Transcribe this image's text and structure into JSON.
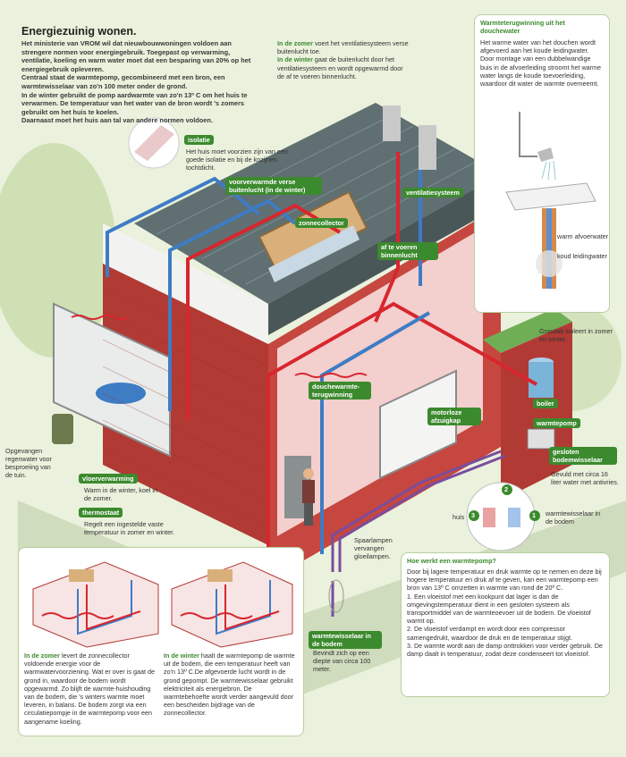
{
  "title": "Energiezuinig wonen.",
  "intro": [
    "Het ministerie van VROM wil dat nieuwbouwwoningen voldoen aan strengere normen voor energiegebruik. Toegepast op verwarming, ventilatie, koeling en warm water moet dat een besparing van 20% op het energiegebruik opleveren.",
    "Centraal staat de warmtepomp, gecombineerd met een bron, een warmtewisselaar van zo'n 100 meter onder de grond.",
    "In de winter gebruikt de pomp aardwarmte van zo'n 13º C om het huis te verwarmen. De temperatuur van het water van de bron wordt 's zomers gebruikt om het huis te koelen.",
    "Daarnaast moet het huis aan tal van andere normen voldoen."
  ],
  "isolatie": {
    "tag": "isolatie",
    "text": "Het huis moet voorzien zijn van een goede isolatie en bij de kozijnen tochtdicht."
  },
  "ventilation": {
    "summer_lead": "In de zomer",
    "summer_text": " voert het ventilatiesysteem verse buitenlucht toe.",
    "winter_lead": "In de winter",
    "winter_text": " gaat de buitenlucht door het ventilatiesysteem en wordt opgewarmd door de af te voeren binnenlucht."
  },
  "shower_panel": {
    "heading": "Warmteterugwinning uit het douchewater",
    "text": "Het warme water van het douchen wordt afgevoerd aan het koude leidingwater. Door montage van een dubbelwandige buis in de afvoerleiding stroomt het warme water langs de koude toevoerleiding, waardoor dit water de warmte overneemt.",
    "warm_label": "warm afvoerwater",
    "cold_label": "koud leidingwater"
  },
  "tags": {
    "voorverwarmde": "voorverwarmde verse buitenlucht (in de winter)",
    "ventilatiesysteem": "ventilatiesysteem",
    "zonnecollector": "zonnecollector",
    "afvoeren": "af te voeren binnenlucht",
    "douche": "douchewarmte-terugwinning",
    "motorloze": "motorloze afzuigkap",
    "boiler": "boiler",
    "warmtepomp": "warmtepomp",
    "gesloten": "gesloten bodemwisselaar",
    "vloer": "vloerverwarming",
    "thermostaat": "thermostaat",
    "bodem": "warmtewisselaar in de bodem"
  },
  "labels": {
    "grasdak": "Grasdak isoleert in zomer en winter.",
    "regenwater": "Opgevangen regenwater voor besproeiing van de tuin.",
    "vloer": "Warm in de winter, koel in de zomer.",
    "thermostaat": "Regelt een ingestelde vaste temperatuur in zomer en winter.",
    "gesloten": "Gevuld met circa 16 liter water met antivries.",
    "spaarlampen": "Spaarlampen vervangen gloeilampen.",
    "huis": "huis",
    "wisselaar": "warmtewisselaar in de bodem",
    "bodem": "Bevindt zich op een diepte van circa 100 meter.",
    "n1": "1",
    "n2": "2",
    "n3": "3"
  },
  "heatpump": {
    "heading": "Hoe werkt een warmtepomp?",
    "intro": "Door bij lagere temperatuur en druk warmte op te nemen en deze bij hogere temperatuur en druk af te geven, kan een warmtepomp een bron van 13º C omzetten in warmte van rond de 20º C.",
    "steps": [
      "1. Een vloeistof met een kookpunt dat lager is dan de omgevingstemperatuur dient in een gesloten systeem als transportmiddel van de warmteoevoer uit de bodem. De vloeistof warmt op.",
      "2. De vloeistof verdampt en wordt door een compressor samengedrukt, waardoor de druk en de temperatuur stijgt.",
      "3. De warmte wordt aan de damp onttrokken voor verder gebruik. De damp daalt in temperatuur, zodat deze condenseert tot vloeistof."
    ]
  },
  "summer": {
    "lead": "In de zomer",
    "text": " levert de zonnecollector voldoende energie voor de warmwatervoorziening. Wat er over is gaat de grond in, waardoor de bodem wordt opgewarmd. Zo blijft de warmte-huishouding van de bodem, die 's winters warmte moet leveren, in balans. De bodem zorgt via een circulatiepompje in de warmtepomp voor een aangename koeling."
  },
  "winter": {
    "lead": "In de winter",
    "text": " haalt de warmtepomp de warmte uit de bodem, die een temperatuur heeft van zo'n 13º C.De afgevoerde lucht wordt in de grond gepompt. De warmtewisselaar gebruikt elektriciteit als energiebron. De warmtebehoefte wordt verder aangevuld door een bescheiden bijdrage van de zonnecollector."
  },
  "colors": {
    "green": "#3c8a2e",
    "brick": "#a8322d",
    "roof": "#5b6e70",
    "hot": "#d8262e",
    "cold": "#3e7cc4",
    "purple": "#7b4d9d"
  }
}
